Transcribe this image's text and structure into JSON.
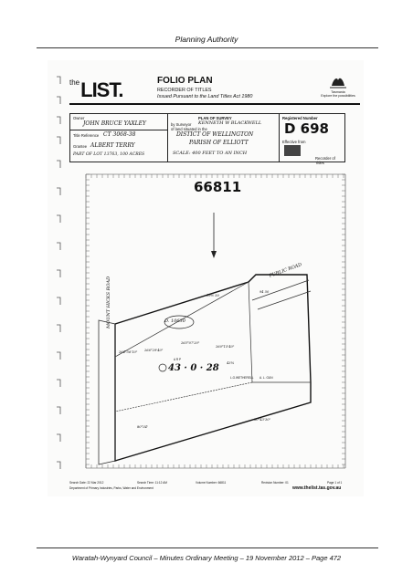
{
  "page": {
    "header": "Planning Authority",
    "footer": "Waratah-Wynyard Council – Minutes Ordinary Meeting – 19 November 2012 – Page 472"
  },
  "scan": {
    "logo": {
      "prefix": "the",
      "name": "LIST."
    },
    "title": "FOLIO PLAN",
    "subtitle1": "RECORDER OF TITLES",
    "subtitle2": "Issued Pursuant to the Land Titles Act 1980",
    "tas_logo": {
      "line1": "Tasmania",
      "line2": "Explore the possibilities"
    },
    "title_block": {
      "owner_label": "Owner",
      "owner_value": "JOHN BRUCE YAXLEY",
      "title_ref_label": "Title Reference",
      "title_ref_value": "CT 3068-38",
      "grantee_label": "Grantee",
      "grantee_value": "ALBERT TERRY",
      "part_of": "PART OF LOT 13763, 100 ACRES",
      "plan_of_survey": "PLAN OF SURVEY",
      "surveyor_label": "by Surveyor",
      "surveyor_value": "KENNETH W BLACKWELL",
      "land_situated": "of land situated in the",
      "district": "DISTICT OF WELLINGTON",
      "parish": "PARISH OF ELLIOTT",
      "scale": "SCALE: 400 FEET TO AN INCH",
      "registered_number_label": "Registered Number",
      "registered_number": "D 698",
      "effective_from": "Effective from",
      "recorder_label": "Recorder of Titles"
    },
    "plan": {
      "folio_ref": "66811",
      "lot_label": "D. 10630",
      "area": "43 · 0 · 28",
      "area_units": "A   R   P",
      "public_road": "PUBLIC ROAD",
      "mount_hicks_road": "MOUNT HICKS ROAD",
      "bearings": [
        "264°56'10\"",
        "266°29'40\"",
        "265°07'20\"",
        "260°15'40\"",
        "80°43'30\"",
        "80°34'",
        "19½ 50",
        "94 50",
        "43¼"
      ],
      "neighbours": [
        "L.G.WETHERELL",
        "A. L. GUN"
      ]
    },
    "footer_meta": {
      "search_date": "Search Date: 22 Mar 2012",
      "search_time": "Search Time: 11:12 AM",
      "volume": "Volume Number: 66811",
      "revision": "Revision Number: 01",
      "page": "Page 1 of 1",
      "department": "Department of Primary Industries, Parks, Water and Environment",
      "website": "www.thelist.tas.gov.au"
    }
  }
}
